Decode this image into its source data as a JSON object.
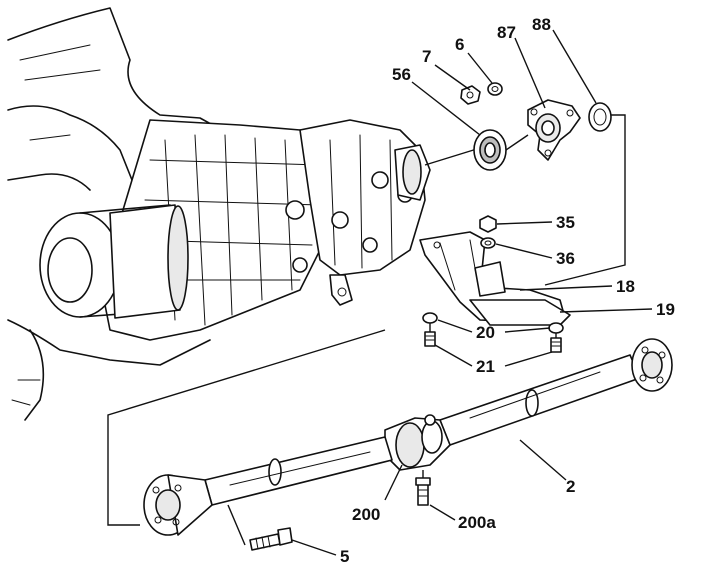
{
  "callouts": {
    "c7": "7",
    "c6": "6",
    "c87": "87",
    "c88": "88",
    "c56": "56",
    "c35": "35",
    "c36": "36",
    "c18": "18",
    "c19": "19",
    "c20": "20",
    "c21": "21",
    "c2": "2",
    "c200": "200",
    "c200a": "200a",
    "c5": "5"
  }
}
